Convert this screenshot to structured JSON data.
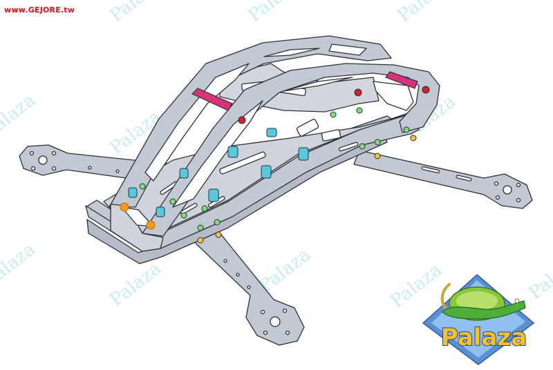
{
  "header": {
    "site_url": "www.GEJORE.tw"
  },
  "watermark": {
    "text": "Palaza"
  },
  "logo": {
    "text": "Palaza"
  },
  "colors": {
    "frame_fill": "#c3c9d3",
    "frame_stroke": "#2b2f36",
    "standoff_cyan": "#56c9dd",
    "standoff_green": "#7fdc78",
    "standoff_yellow": "#f4c542",
    "standoff_orange": "#f39a1c",
    "bar_magenta": "#d8327a",
    "watermark": "#bfe6ee",
    "url_red": "#d8141a"
  },
  "image_subject": "quadcopter-frame-drawing"
}
